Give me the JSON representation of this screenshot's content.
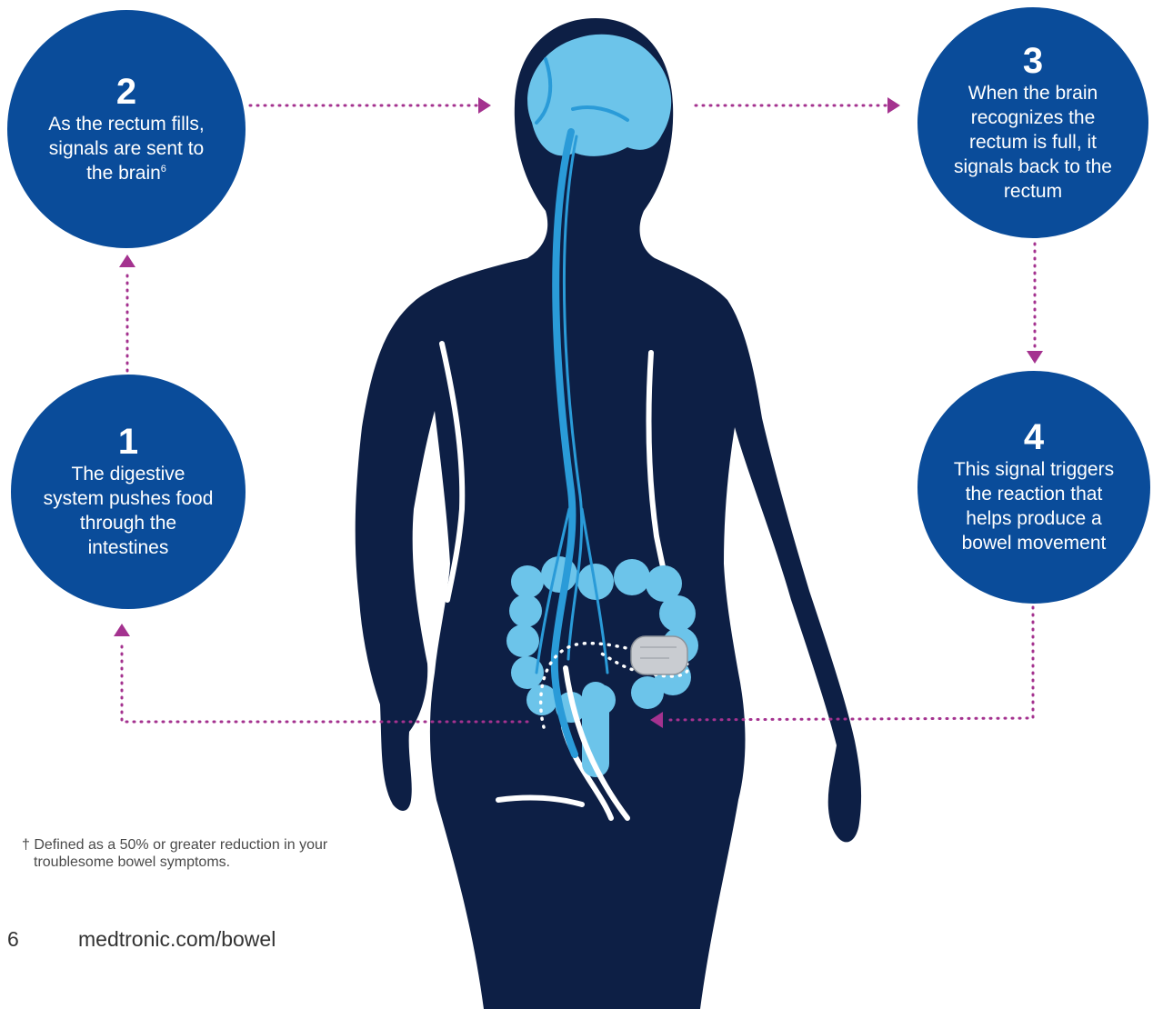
{
  "colors": {
    "circle_fill": "#0a4c9a",
    "silhouette": "#0d1f45",
    "organ_light_blue": "#6cc4ea",
    "nerve_blue": "#2a9bd8",
    "arrow_magenta": "#a4328f"
  },
  "steps": [
    {
      "number": "1",
      "text": "The digestive system pushes food through the intestines",
      "superscript": ""
    },
    {
      "number": "2",
      "text": "As the rectum fills, signals are sent to the brain",
      "superscript": "6"
    },
    {
      "number": "3",
      "text": "When the brain recognizes the rectum is full, it signals back to the rectum",
      "superscript": ""
    },
    {
      "number": "4",
      "text": "This signal triggers the reaction that helps produce a bowel movement",
      "superscript": ""
    }
  ],
  "footnote": {
    "line1": "† Defined as a 50% or greater reduction in your",
    "line2": "troublesome bowel symptoms."
  },
  "footer": {
    "page_number": "6",
    "url": "medtronic.com/bowel"
  }
}
